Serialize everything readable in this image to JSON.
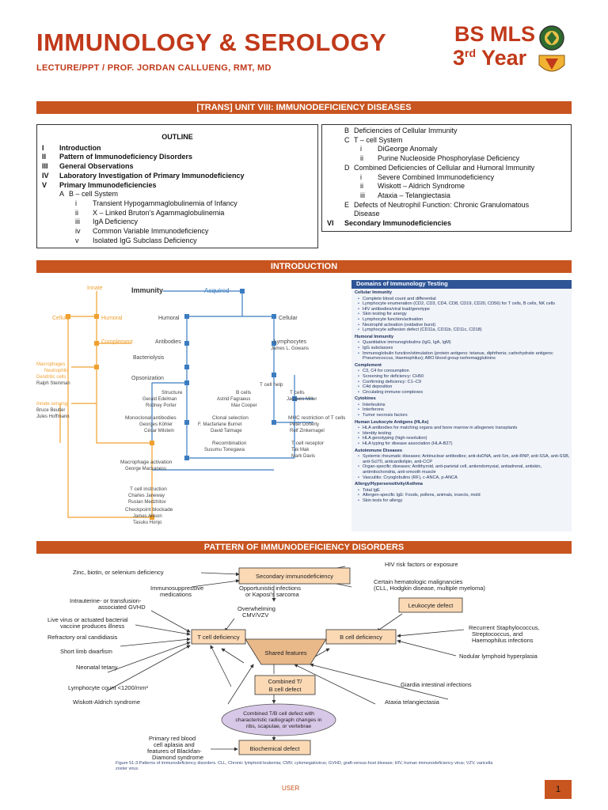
{
  "header": {
    "title": "IMMUNOLOGY & SEROLOGY",
    "subtitle": "LECTURE/PPT / PROF. JORDAN CALLUENG, RMT, MD",
    "program": "BS MLS",
    "year_num": "3",
    "year_sup": "rd",
    "year_word": "Year"
  },
  "trans_bar": "[TRANS] UNIT VIII: IMMUNODEFICIENCY DISEASES",
  "outline": {
    "title": "OUTLINE",
    "left": [
      {
        "n": "I",
        "t": "Introduction",
        "lvl": 0,
        "bold": true
      },
      {
        "n": "II",
        "t": "Pattern of Immunodeficiency Disorders",
        "lvl": 0,
        "bold": true
      },
      {
        "n": "III",
        "t": "General Observations",
        "lvl": 0,
        "bold": true
      },
      {
        "n": "IV",
        "t": "Laboratory Investigation of Primary Immunodeficiency",
        "lvl": 0,
        "bold": true
      },
      {
        "n": "V",
        "t": "Primary Immunodeficiencies",
        "lvl": 0,
        "bold": true
      },
      {
        "n": "A",
        "t": "B – cell System",
        "lvl": 1,
        "bold": false
      },
      {
        "n": "i",
        "t": "Transient Hypogammaglobulinemia of Infancy",
        "lvl": 2,
        "bold": false
      },
      {
        "n": "ii",
        "t": "X – Linked Bruton’s Agammaglobulinemia",
        "lvl": 2,
        "bold": false
      },
      {
        "n": "iii",
        "t": "IgA Deficiency",
        "lvl": 2,
        "bold": false
      },
      {
        "n": "iv",
        "t": "Common Variable Immunodeficiency",
        "lvl": 2,
        "bold": false
      },
      {
        "n": "v",
        "t": "Isolated IgG Subclass Deficiency",
        "lvl": 2,
        "bold": false
      }
    ],
    "right": [
      {
        "n": "B",
        "t": "Deficiencies of Cellular Immunity",
        "lvl": 1,
        "bold": false
      },
      {
        "n": "C",
        "t": "T – cell System",
        "lvl": 1,
        "bold": false
      },
      {
        "n": "i",
        "t": "DiGeorge Anomaly",
        "lvl": 2,
        "bold": false
      },
      {
        "n": "ii",
        "t": "Purine Nucleoside Phosphorylase Deficiency",
        "lvl": 2,
        "bold": false
      },
      {
        "n": "D",
        "t": "Combined Deficiencies of Cellular and Humoral Immunity",
        "lvl": 1,
        "bold": false
      },
      {
        "n": "i",
        "t": "Severe Combined Immunodeficiency",
        "lvl": 2,
        "bold": false
      },
      {
        "n": "ii",
        "t": "Wiskott – Aldrich Syndrome",
        "lvl": 2,
        "bold": false
      },
      {
        "n": "iii",
        "t": "Ataxia – Telangiectasia",
        "lvl": 2,
        "bold": false
      },
      {
        "n": "E",
        "t": "Defects of Neutrophil Function: Chronic Granulomatous",
        "lvl": 1,
        "bold": false
      },
      {
        "n": "",
        "t": "Disease",
        "lvl": 1,
        "bold": false
      },
      {
        "n": "VI",
        "t": "Secondary Immunodeficiencies",
        "lvl": 0,
        "bold": true
      }
    ]
  },
  "intro_bar": "INTRODUCTION",
  "immunity_figure": {
    "innate": "Innate",
    "immunity": "Immunity",
    "acquired": "Acquired",
    "cellular": "Cellular",
    "humoral": "Humoral",
    "complement": "Complement",
    "humoral2": "Humoral",
    "cellular2": "Cellular",
    "antibodies": "Antibodies",
    "lymphocytes": "Lymphocytes",
    "gowans": "James L. Gowans",
    "bacteriolysis": "Bacteriolysis",
    "macrophages": "Macrophages",
    "neutrophils": "Neutrophils",
    "dendritic": "Dendritic cells",
    "steinman": "Ralph Steinman",
    "opsonization": "Opsonization",
    "tcellhelp": "T cell help",
    "structure": "Structure",
    "edelman": "Gerald Edelman",
    "porter": "Rodney Porter",
    "bcells": "B cells",
    "fagraeus": "Astrid Fagraeus",
    "cooper": "Max Cooper",
    "tcells": "T cells",
    "miller": "Jacques Miller",
    "innate_sensing": "Innate sensing",
    "beutler": "Bruce Beutler",
    "hoffmann": "Jules Hoffmann",
    "monoclonal": "Monoclonal antibodies",
    "kohler": "Georges Köhler",
    "milstein": "César Milstein",
    "clonal": "Clonal selection",
    "burnet": "F. Macfarlane Burnet",
    "talmage": "David Talmage",
    "mhc": "MHC restriction of T cells",
    "doherty": "Peter Doherty",
    "zinkernagel": "Rolf Zinkernagel",
    "recombination": "Recombination",
    "tonegawa": "Susumu Tonegawa",
    "tcr": "T cell receptor",
    "mak": "Tak Mak",
    "davis": "Mark Davis",
    "macact": "Macrophage activation",
    "mackaness": "George Mackaness",
    "tinstr": "T cell instruction",
    "janeway": "Charles Janeway",
    "medzhitov": "Ruslan Medzhitov",
    "checkpoint": "Checkpoint blockade",
    "allison": "James Allison",
    "honjo": "Tasuku Honjo"
  },
  "domains_panel": {
    "title": "Domains of Immunology Testing",
    "sections": [
      {
        "h": "Cellular Immunity",
        "items": [
          "Complete blood count and differential",
          "Lymphocyte enumeration (CD2, CD3, CD4, CD8, CD19, CD20, CD56) for T cells, B cells, NK cells",
          "HIV antibodies/viral load/genotype",
          "Skin testing for anergy",
          "Lymphocyte function/activation",
          "Neutrophil activation (oxidative burst)",
          "Lymphocyte adhesion defect (CD11a, CD11b, CD11c, CD18)"
        ]
      },
      {
        "h": "Humoral Immunity",
        "items": [
          "Quantitative immunoglobulins (IgG, IgA, IgM)",
          "IgG subclasses",
          "Immunoglobulin function/stimulation (protein antigens: tetanus, diphtheria; carbohydrate antigens: Pneumococcus, Haemophilus); ABO blood group isohemagglutinins"
        ]
      },
      {
        "h": "Complement",
        "items": [
          "C3, C4 for consumption",
          "Screening for deficiency: CH50",
          "Confirming deficiency: C1–C9",
          "C4d deposition",
          "Circulating immune complexes"
        ]
      },
      {
        "h": "Cytokines",
        "items": [
          "Interleukins",
          "Interferons",
          "Tumor necrosis factors"
        ]
      },
      {
        "h": "Human Leukocyte Antigens (HLAs)",
        "items": [
          "HLA antibodies for matching organs and bone marrow in allogeneic transplants",
          "Identity testing",
          "HLA genotyping (high-resolution)",
          "HLA typing for disease association (HLA-B27)"
        ]
      },
      {
        "h": "Autoimmune Diseases",
        "items": [
          "Systemic rheumatic diseases: Antinuclear antibodies; anti-dsDNA, anti-Sm, anti-RNP, anti-SSA, anti-SSB, anti-Scl70, anticardiolipin, anti-CCP",
          "Organ-specific diseases: Antithyroid, anti-parietal cell, antiendomysial, antiadrenal, antiskin, antimitochondria, anti-smooth muscle",
          "Vasculitis: Cryoglobulins (RF), c-ANCA, p-ANCA"
        ]
      },
      {
        "h": "Allergy/Hypersensitivity/Asthma",
        "items": [
          "Total IgE",
          "Allergen-specific IgE: Foods, pollens, animals, insects, mold",
          "Skin tests for allergy"
        ]
      }
    ]
  },
  "pattern_bar": "PATTERN OF IMMUNODEFICIENCY DISORDERS",
  "pattern_figure": {
    "secondary": "Secondary immunodeficiency",
    "zinc": "Zinc, biotin, or selenium deficiency",
    "hiv": "HIV risk factors or exposure",
    "immunosup1": "Immunosuppressive",
    "immunosup2": "medications",
    "heme1": "Certain hematologic malignancies",
    "heme2": "(CLL, Hodgkin disease, multiple myeloma)",
    "opp1": "Opportunistic infections",
    "opp2": "or Kaposi's sarcoma",
    "intrauterine1": "Intrauterine- or transfusion-",
    "intrauterine2": "associated GVHD",
    "leukocyte": "Leukocyte defect",
    "overwhelming1": "Overwhelming",
    "overwhelming2": "CMV/VZV",
    "live1": "Live virus or actuated bacterial",
    "live2": "vaccine produces illness",
    "refractory": "Refractory oral candidiasis",
    "tcell": "T cell deficiency",
    "bcell": "B cell deficiency",
    "recurrent1": "Recurrent Staphylococcus,",
    "recurrent2": "Streptococcus, and",
    "recurrent3": "Haemophilus infections",
    "shortlimb": "Short limb dwarfism",
    "shared": "Shared features",
    "nodular": "Nodular lymphoid hyperplasia",
    "neonatal": "Neonatal tetany",
    "lymphocount": "Lymphocyte count <1200/mm³",
    "combined1": "Combined T/",
    "combined2": "B cell defect",
    "giardia": "Giardia intestinal infections",
    "wiskott": "Wiskott-Aldrich syndrome",
    "ataxia": "Ataxia telangiectasia",
    "ellipse1": "Combined T/B cell defect with",
    "ellipse2": "characteristic radiograph changes in",
    "ellipse3": "ribs, scapulae, or vertebrae",
    "primary1": "Primary red blood",
    "primary2": "cell aplasia and",
    "primary3": "features of Blackfan-",
    "primary4": "Diamond syndrome",
    "biochem": "Biochemical defect",
    "caption": "Figure 51-3  Patterns of immunodeficiency disorders. CLL, Chronic lymphoid leukemia; CMV, cytomegalovirus; GVHD, graft-versus-host disease; HIV, human immunodeficiency virus; VZV, varicella zoster virus."
  },
  "footer": {
    "user": "USER",
    "page": "1"
  },
  "colors": {
    "accent": "#c8541f",
    "title_red": "#c0391a",
    "innate_orange": "#f0a030",
    "acquired_blue": "#3b7cc0",
    "box_fill": "#fbd9b5"
  }
}
